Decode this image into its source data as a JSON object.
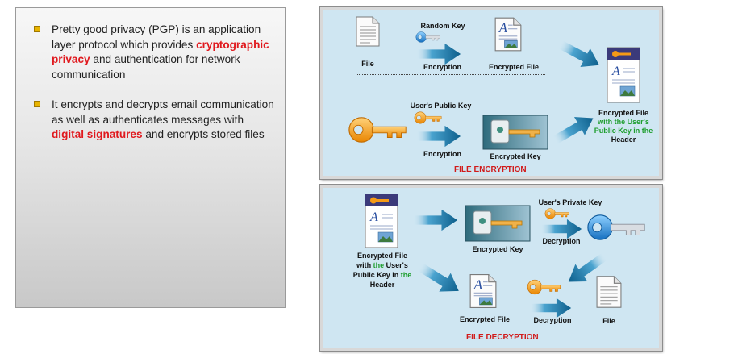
{
  "left_panel": {
    "bullet1": {
      "pre": "Pretty good privacy (PGP) is an application layer protocol which provides ",
      "highlight": "cryptographic privacy",
      "post": " and authentication for network communication"
    },
    "bullet2": {
      "pre": "It encrypts and decrypts  email communication as well as authenticates messages with ",
      "highlight": "digital signatures",
      "post": " and encrypts stored files"
    }
  },
  "encryption_diagram": {
    "title": "FILE ENCRYPTION",
    "file": "File",
    "random_key": "Random Key",
    "encryption_1": "Encryption",
    "encrypted_file": "Encrypted File",
    "public_key": "User's Public Key",
    "encryption_2": "Encryption",
    "encrypted_key": "Encrypted Key",
    "result_line1": "Encrypted File",
    "result_green1": "with the User's",
    "result_green2": "Public Key in the",
    "result_line4": "Header"
  },
  "decryption_diagram": {
    "title": "FILE DECRYPTION",
    "input_line1": "Encrypted File",
    "input_with": "with",
    "input_the1": "the",
    "input_users": "User's",
    "input_pubkey": "Public Key in",
    "input_the2": "the",
    "input_header": "Header",
    "encrypted_key": "Encrypted Key",
    "private_key": "User's Private Key",
    "decryption_1": "Decryption",
    "encrypted_file": "Encrypted File",
    "decryption_2": "Decryption",
    "file": "File"
  },
  "colors": {
    "highlight_red": "#e0191e",
    "diagram_bg": "#cfe6f2",
    "arrow_blue": "#1a6fa0",
    "key_orange": "#f59a16",
    "key_blue": "#1a8ad8",
    "label_green": "#1e9e2e"
  }
}
